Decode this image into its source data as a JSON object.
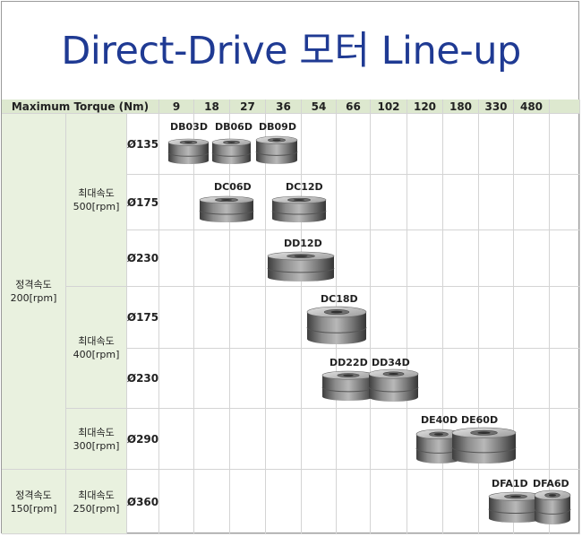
{
  "title": "Direct-Drive 모터 Line-up",
  "header": {
    "label": "Maximum Torque (Nm)",
    "torques": [
      "9",
      "18",
      "27",
      "36",
      "54",
      "66",
      "102",
      "120",
      "180",
      "330",
      "480"
    ]
  },
  "groups": {
    "rated": [
      {
        "id": "rated-200",
        "text": "정격속도\n200[rpm]"
      },
      {
        "id": "rated-150",
        "text": "정격속도\n150[rpm]"
      }
    ],
    "max": [
      {
        "id": "max-500",
        "text": "최대속도\n500[rpm]"
      },
      {
        "id": "max-400",
        "text": "최대속도\n400[rpm]"
      },
      {
        "id": "max-300",
        "text": "최대속도\n300[rpm]"
      },
      {
        "id": "max-250",
        "text": "최대속도\n250[rpm]"
      }
    ]
  },
  "diameters": [
    "Ø135",
    "Ø175",
    "Ø230",
    "Ø175",
    "Ø230",
    "Ø290",
    "Ø360"
  ],
  "motors": [
    "DB03D",
    "DB06D",
    "DB09D",
    "DC06D",
    "DC12D",
    "DD12D",
    "DC18D",
    "DD22D",
    "DD34D",
    "DE40D",
    "DE60D",
    "DFA1D",
    "DFA6D"
  ]
}
